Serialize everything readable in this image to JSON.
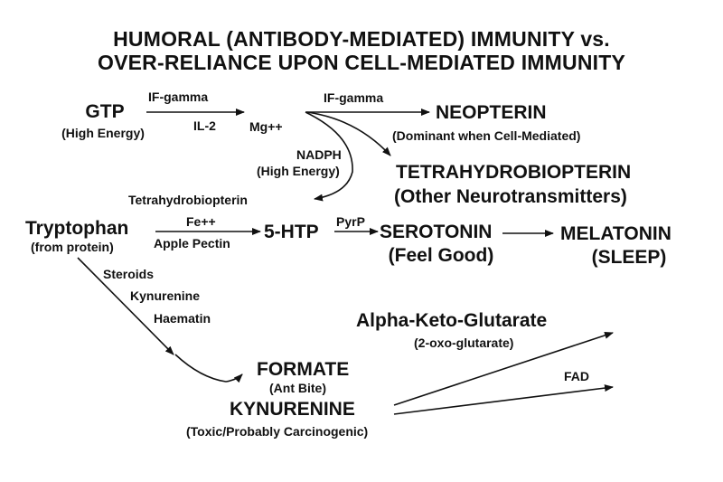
{
  "title": {
    "line1": "HUMORAL  (ANTIBODY-MEDIATED)  IMMUNITY vs.",
    "line2": "OVER-RELIANCE UPON CELL-MEDIATED IMMUNITY"
  },
  "nodes": {
    "gtp": {
      "label": "GTP",
      "sub": "(High Energy)"
    },
    "neopterin": {
      "label": "NEOPTERIN",
      "sub": "(Dominant when Cell-Mediated)"
    },
    "tetrahydrobiopterin": {
      "label": "TETRAHYDROBIOPTERIN",
      "sub": "(Other Neurotransmitters)"
    },
    "tryptophan": {
      "label": "Tryptophan",
      "sub": "(from protein)"
    },
    "htp": {
      "label": "5-HTP"
    },
    "serotonin": {
      "label": "SEROTONIN",
      "sub": "(Feel Good)"
    },
    "melatonin": {
      "label": "MELATONIN",
      "sub": "(SLEEP)"
    },
    "akg": {
      "label": "Alpha-Keto-Glutarate",
      "sub": "(2-oxo-glutarate)"
    },
    "formate": {
      "label": "FORMATE",
      "sub": "(Ant Bite)"
    },
    "kynurenine": {
      "label": "KYNURENINE",
      "sub": "(Toxic/Probably Carcinogenic)"
    }
  },
  "edge_labels": {
    "ifg1": "IF-gamma",
    "il2": "IL-2",
    "mg": "Mg++",
    "ifg2": "IF-gamma",
    "nadph": "NADPH",
    "nadph_sub": "(High Energy)",
    "thb_small": "Tetrahydrobiopterin",
    "fe": "Fe++",
    "pectin": "Apple Pectin",
    "pyrp": "PyrP",
    "steroids": "Steroids",
    "kyn_small": "Kynurenine",
    "haematin": "Haematin",
    "fad": "FAD"
  }
}
